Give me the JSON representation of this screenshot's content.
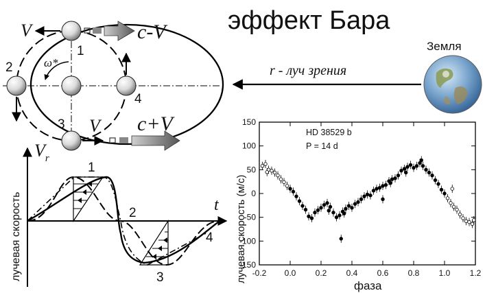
{
  "title": "эффект Бара",
  "earth_label": "Земля",
  "line_of_sight": "r - луч зрения",
  "orbit": {
    "V_left": "V",
    "c_minus_V": "c-V",
    "c_plus_V": "c+V",
    "V_bottom": "V",
    "omega": "ω*",
    "points": [
      "1",
      "2",
      "3",
      "4"
    ]
  },
  "schematic": {
    "ylabel": "лучевая скорость",
    "Vr": "V",
    "Vr_sub": "r",
    "t": "t",
    "points": [
      "1",
      "2",
      "3",
      "4"
    ]
  },
  "chart_data": {
    "type": "scatter",
    "annotation_lines": [
      "HD 38529 b",
      "P = 14 d"
    ],
    "xlabel": "фаза",
    "ylabel": "лучевая скорость (м/с)",
    "xlim": [
      -0.2,
      1.2
    ],
    "ylim": [
      -150,
      150
    ],
    "xticks": [
      "-0.2",
      "0.0",
      "0.2",
      "0.4",
      "0.6",
      "0.8",
      "1.0",
      "1.2"
    ],
    "yticks": [
      "150",
      "100",
      "50",
      "0",
      "-50",
      "-100",
      "-150"
    ],
    "points": [
      [
        -0.18,
        58
      ],
      [
        -0.16,
        62
      ],
      [
        -0.14,
        50
      ],
      [
        -0.12,
        48
      ],
      [
        -0.1,
        44
      ],
      [
        -0.08,
        38
      ],
      [
        -0.06,
        30
      ],
      [
        -0.04,
        24
      ],
      [
        -0.02,
        16
      ],
      [
        0.0,
        10
      ],
      [
        0.02,
        4
      ],
      [
        0.04,
        -6
      ],
      [
        0.06,
        -16
      ],
      [
        0.08,
        -26
      ],
      [
        0.1,
        -34
      ],
      [
        0.12,
        -48
      ],
      [
        0.14,
        -52
      ],
      [
        0.16,
        -40
      ],
      [
        0.18,
        -35
      ],
      [
        0.2,
        -30
      ],
      [
        0.22,
        -24
      ],
      [
        0.24,
        -20
      ],
      [
        0.26,
        -28
      ],
      [
        0.28,
        -40
      ],
      [
        0.3,
        -50
      ],
      [
        0.32,
        -46
      ],
      [
        0.34,
        -38
      ],
      [
        0.36,
        -32
      ],
      [
        0.38,
        -26
      ],
      [
        0.4,
        -30
      ],
      [
        0.42,
        -22
      ],
      [
        0.44,
        -18
      ],
      [
        0.46,
        -12
      ],
      [
        0.48,
        -6
      ],
      [
        0.5,
        -2
      ],
      [
        0.52,
        -4
      ],
      [
        0.54,
        6
      ],
      [
        0.56,
        10
      ],
      [
        0.58,
        12
      ],
      [
        0.6,
        16
      ],
      [
        0.62,
        18
      ],
      [
        0.64,
        26
      ],
      [
        0.66,
        30
      ],
      [
        0.68,
        32
      ],
      [
        0.7,
        38
      ],
      [
        0.72,
        48
      ],
      [
        0.74,
        52
      ],
      [
        0.76,
        56
      ],
      [
        0.78,
        60
      ],
      [
        0.8,
        54
      ],
      [
        0.82,
        58
      ],
      [
        0.84,
        64
      ],
      [
        0.86,
        58
      ],
      [
        0.88,
        50
      ],
      [
        0.9,
        44
      ],
      [
        0.92,
        38
      ],
      [
        0.94,
        28
      ],
      [
        0.96,
        20
      ],
      [
        0.98,
        8
      ],
      [
        1.0,
        0
      ],
      [
        1.02,
        -10
      ],
      [
        1.04,
        -20
      ],
      [
        1.06,
        -28
      ],
      [
        1.08,
        -34
      ],
      [
        1.1,
        -44
      ],
      [
        1.12,
        -52
      ],
      [
        1.14,
        -58
      ],
      [
        1.16,
        -60
      ],
      [
        1.18,
        -64
      ],
      [
        1.19,
        -56
      ],
      [
        -0.15,
        45
      ],
      [
        0.25,
        -36
      ],
      [
        0.35,
        -42
      ],
      [
        0.65,
        22
      ],
      [
        0.75,
        44
      ],
      [
        0.85,
        70
      ],
      [
        0.33,
        -95
      ],
      [
        0.6,
        -12
      ],
      [
        1.05,
        10
      ]
    ]
  }
}
